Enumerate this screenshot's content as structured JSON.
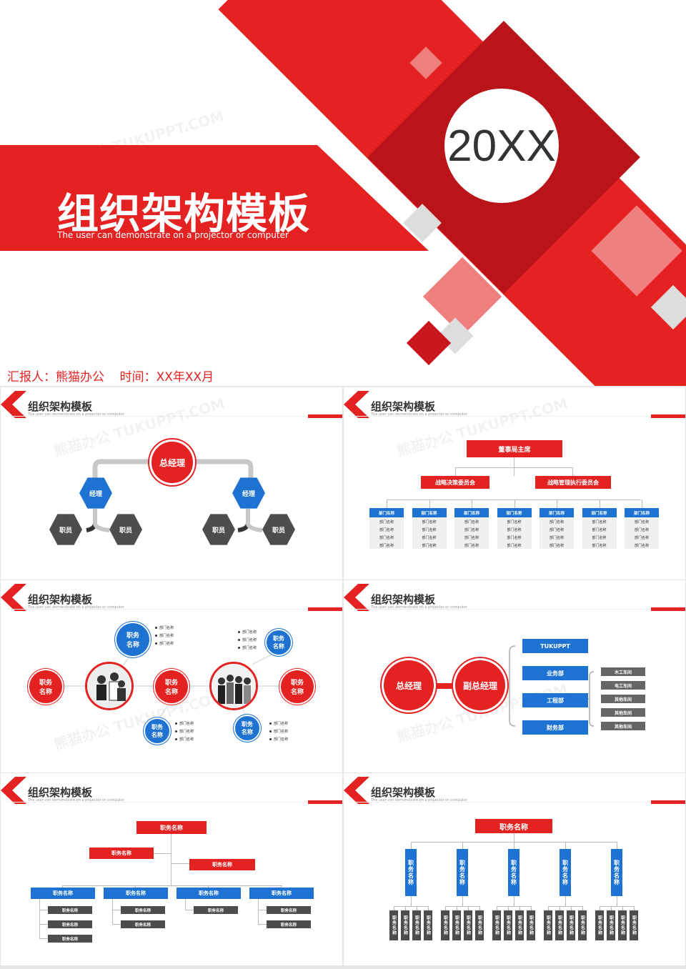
{
  "cover": {
    "title": "组织架构模板",
    "subtitle": "The user can demonstrate on a projector or computer",
    "year": "20XX",
    "footer": "汇报人：熊猫办公    时间：XX年XX月",
    "watermark": "熊猫办公 TUKUPPT.COM"
  },
  "common": {
    "title": "组织架构模板",
    "subtitle": "The user can demonstrate on a projector or computer",
    "watermark": "熊猫办公 TUKUPPT.COM"
  },
  "slide1": {
    "top": "总经理",
    "managers": [
      "经理",
      "经理"
    ],
    "staff": [
      "职员",
      "职员",
      "职员",
      "职员"
    ]
  },
  "slide2": {
    "top": "董事局主席",
    "committees": [
      "战略决策委员会",
      "战略管理执行委员会"
    ],
    "dept_header": "部门名称",
    "dept_item": "部门名称",
    "dept_count": 7
  },
  "slide3": {
    "role": "职务\n名称",
    "bullet": "部门名称"
  },
  "slide4": {
    "gm": "总经理",
    "vgm": "副总经理",
    "depts": [
      "TUKUPPT",
      "业务部",
      "工程部",
      "财务部"
    ],
    "workshops": [
      "木工车间",
      "电工车间",
      "其他车间",
      "其他车间",
      "其他车间"
    ]
  },
  "slide5": {
    "label": "职务名称"
  },
  "slide6": {
    "top": "职务名称",
    "vlabel": "职务名称"
  },
  "colors": {
    "red": "#e52222",
    "blue": "#1e73d2",
    "gray": "#4d4d4d"
  }
}
